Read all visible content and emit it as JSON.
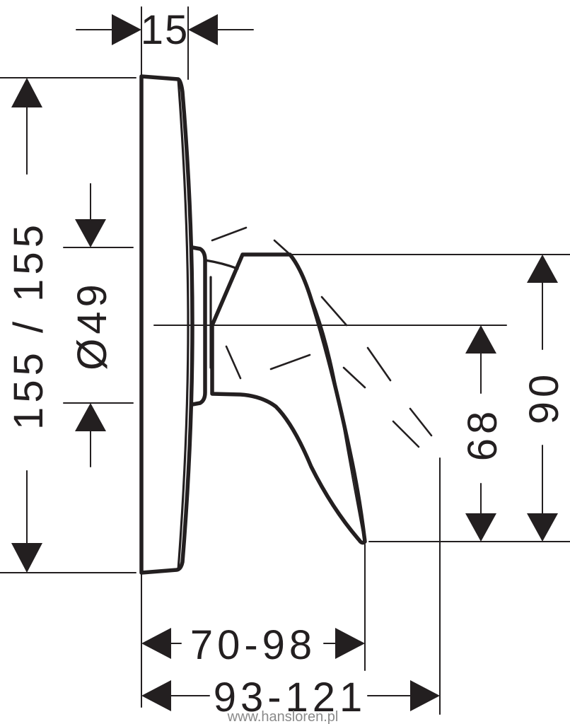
{
  "dimensions": {
    "top_width": "15",
    "height": "155 / 155",
    "diameter": "Ø49",
    "lever_height": "68",
    "total_height": "90",
    "depth": "70-98",
    "depth_max": "93-121"
  },
  "watermark": "www.hansloren.pl",
  "colors": {
    "line": "#231f20",
    "background": "#ffffff"
  }
}
